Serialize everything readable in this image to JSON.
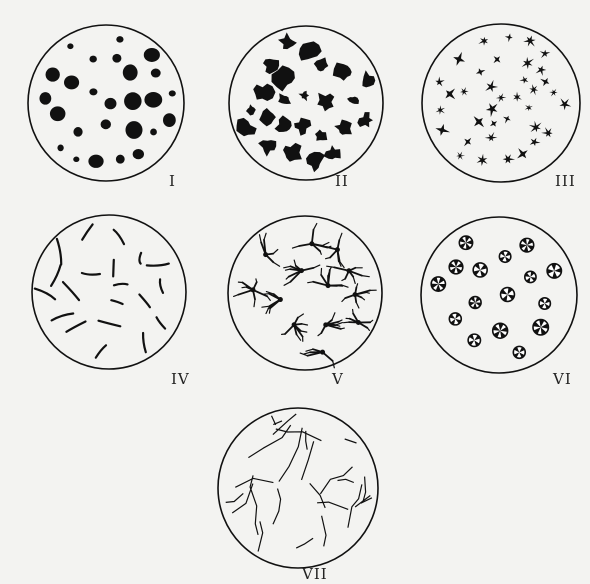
{
  "figure": {
    "panels": [
      {
        "id": "I",
        "label": "I",
        "form": "round-spots"
      },
      {
        "id": "II",
        "label": "II",
        "form": "irregular-patches"
      },
      {
        "id": "III",
        "label": "III",
        "form": "small-stars"
      },
      {
        "id": "IV",
        "label": "IV",
        "form": "rods"
      },
      {
        "id": "V",
        "label": "V",
        "form": "branched-stars"
      },
      {
        "id": "VI",
        "label": "VI",
        "form": "rosettes"
      },
      {
        "id": "VII",
        "label": "VII",
        "form": "crack-network"
      }
    ],
    "colors": {
      "ink": "#111111",
      "paper": "#f3f3f1",
      "bleed_text": "#d6d6d3"
    }
  }
}
